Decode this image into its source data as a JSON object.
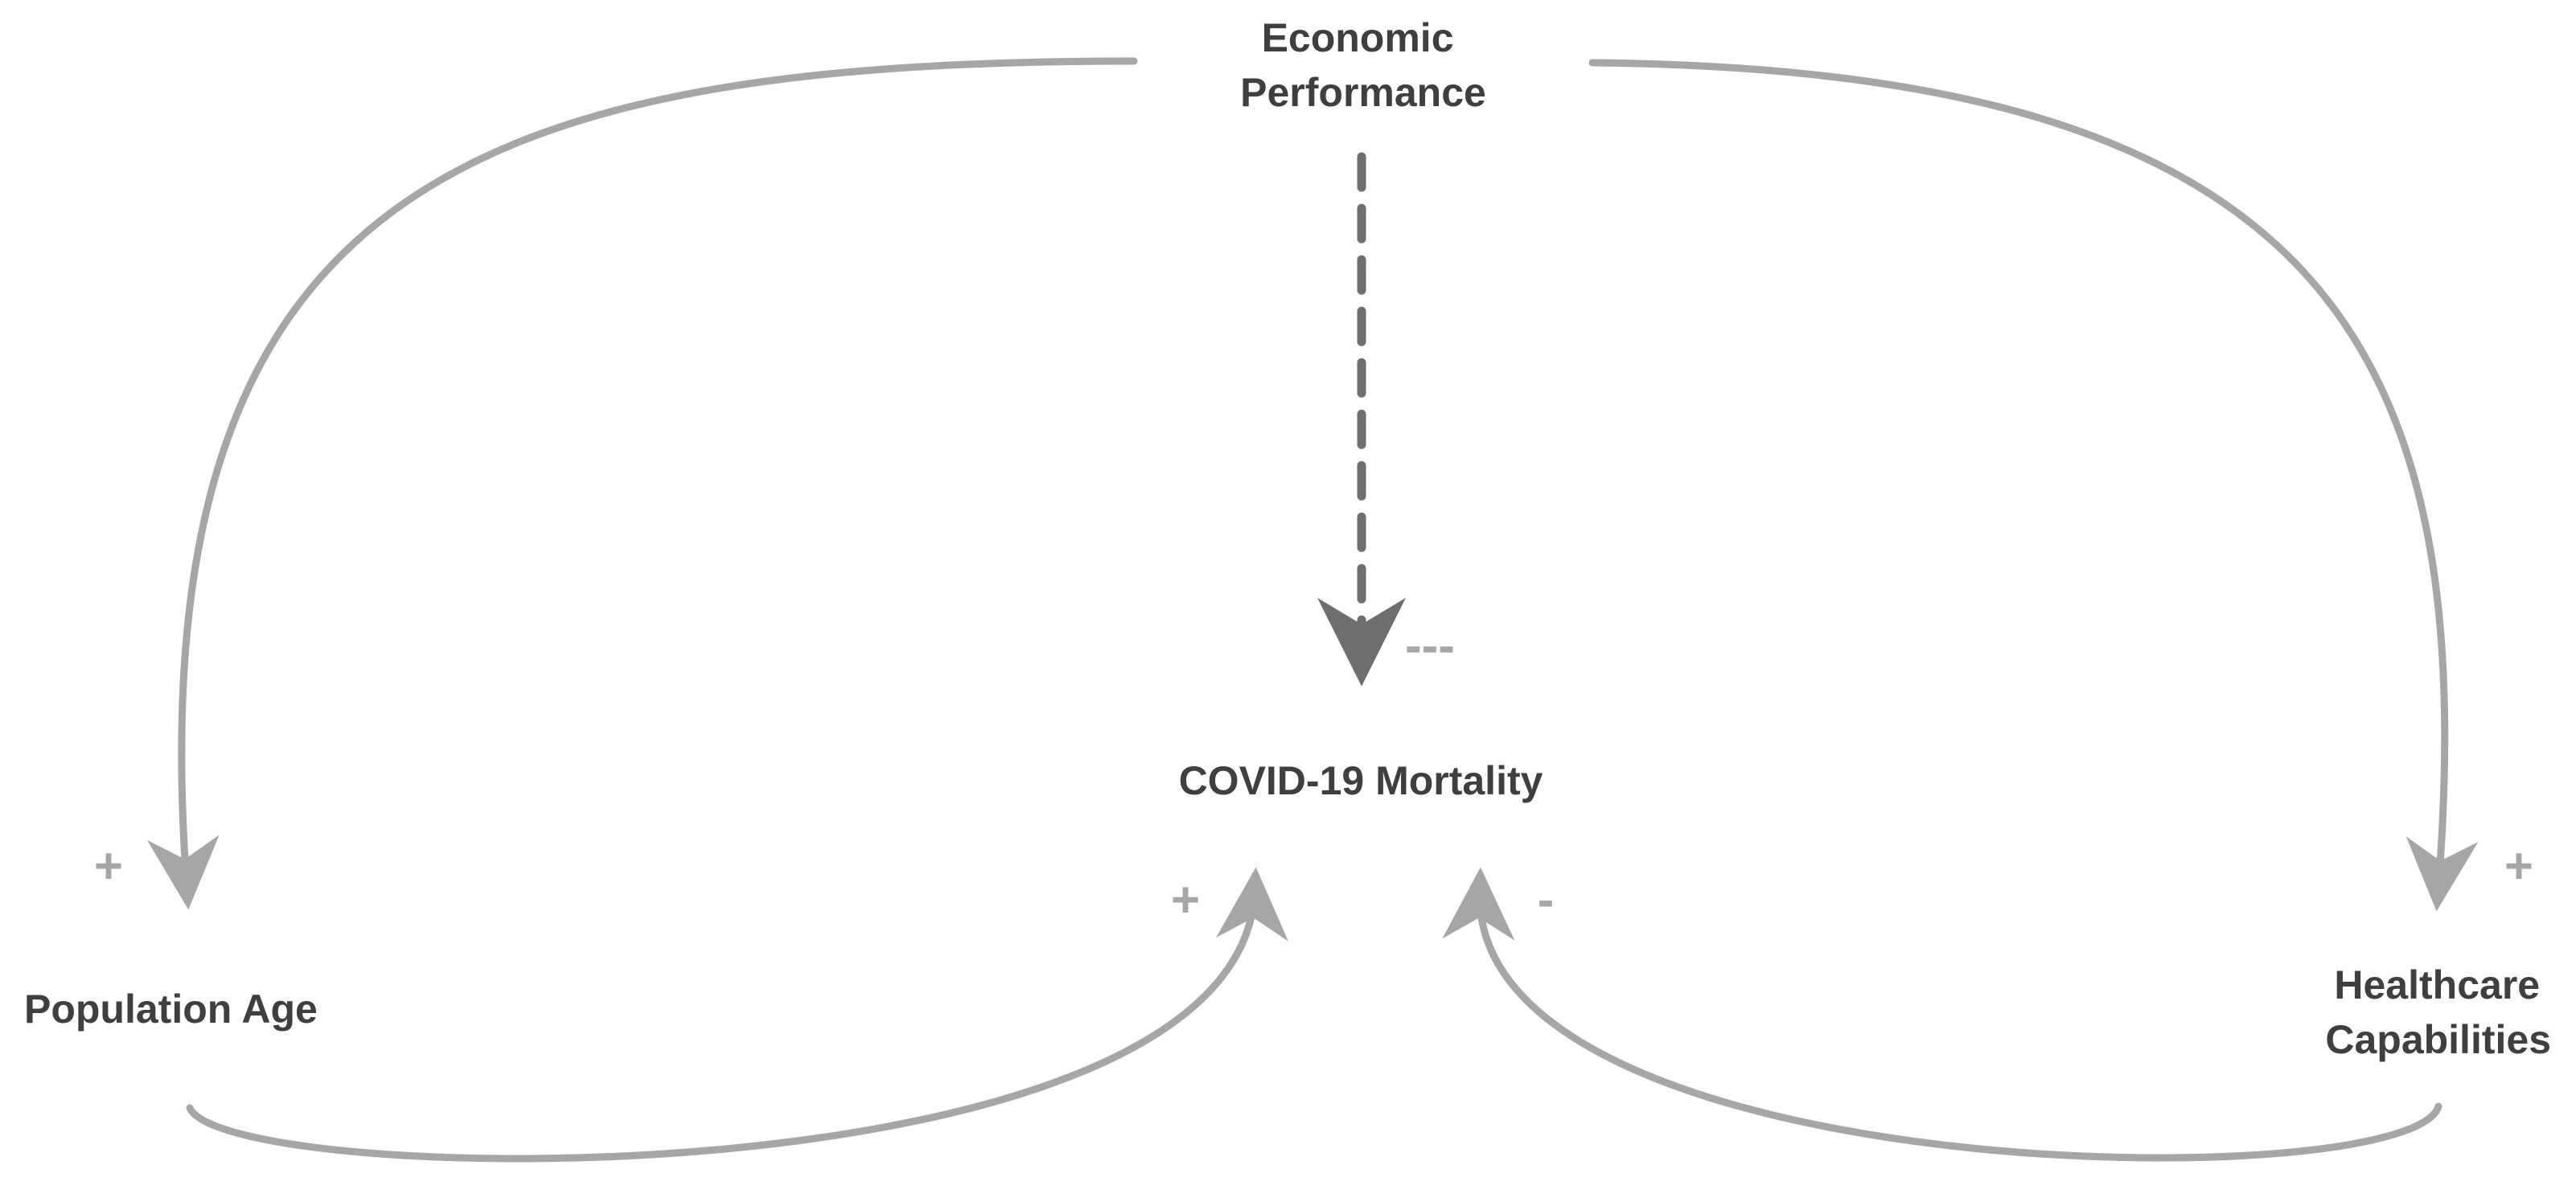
{
  "nodes": {
    "economic_performance": {
      "line1": "Economic",
      "line2": "Performance"
    },
    "covid_mortality": {
      "label": "COVID-19 Mortality"
    },
    "population_age": {
      "label": "Population Age"
    },
    "healthcare_capabilities": {
      "line1": "Healthcare",
      "line2": "Capabilities"
    }
  },
  "links": [
    {
      "id": "econ-to-age",
      "from": "Economic Performance",
      "to": "Population Age",
      "polarity": "+",
      "style": "solid"
    },
    {
      "id": "econ-to-health",
      "from": "Economic Performance",
      "to": "Healthcare Capabilities",
      "polarity": "+",
      "style": "solid"
    },
    {
      "id": "econ-to-mortality",
      "from": "Economic Performance",
      "to": "COVID-19 Mortality",
      "polarity": "---",
      "style": "dashed"
    },
    {
      "id": "age-to-mortality",
      "from": "Population Age",
      "to": "COVID-19 Mortality",
      "polarity": "+",
      "style": "solid"
    },
    {
      "id": "health-to-mortality",
      "from": "Healthcare Capabilities",
      "to": "COVID-19 Mortality",
      "polarity": "-",
      "style": "solid"
    }
  ],
  "colors": {
    "arrow": "#a6a6a6",
    "dashed_arrow": "#6e6e6e",
    "label_text": "#3f3f3f",
    "sign_text": "#a6a6a6"
  }
}
